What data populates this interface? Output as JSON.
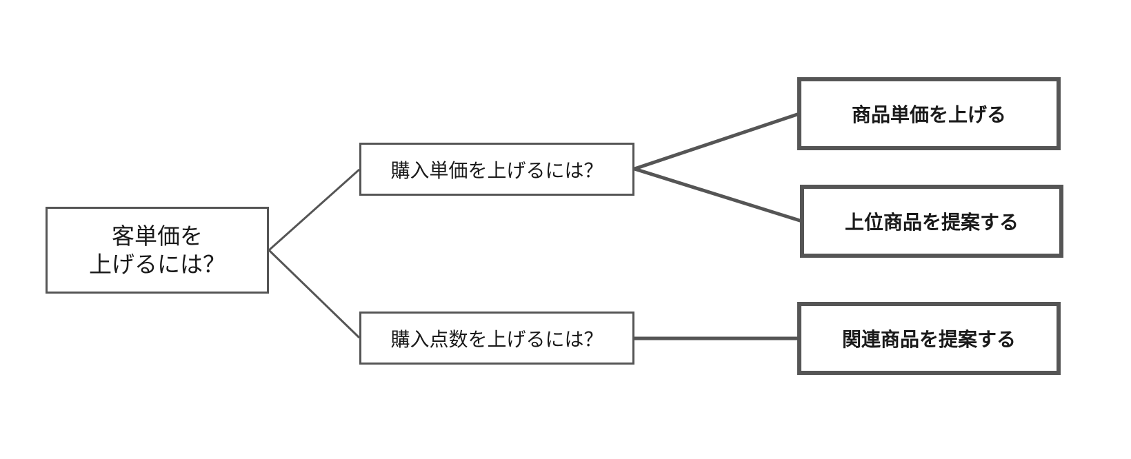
{
  "diagram": {
    "type": "logic-tree",
    "root": {
      "label": "客単価を\n上げるには？"
    },
    "questions": [
      {
        "label": "購入単価を上げるには？"
      },
      {
        "label": "購入点数を上げるには？"
      }
    ],
    "actions": [
      {
        "label": "商品単価を上げる"
      },
      {
        "label": "上位商品を提案する"
      },
      {
        "label": "関連商品を提案する"
      }
    ],
    "edges": [
      {
        "from": "root",
        "to": "questions.0"
      },
      {
        "from": "root",
        "to": "questions.1"
      },
      {
        "from": "questions.0",
        "to": "actions.0"
      },
      {
        "from": "questions.0",
        "to": "actions.1"
      },
      {
        "from": "questions.1",
        "to": "actions.2"
      }
    ],
    "line_color": "#555555"
  }
}
